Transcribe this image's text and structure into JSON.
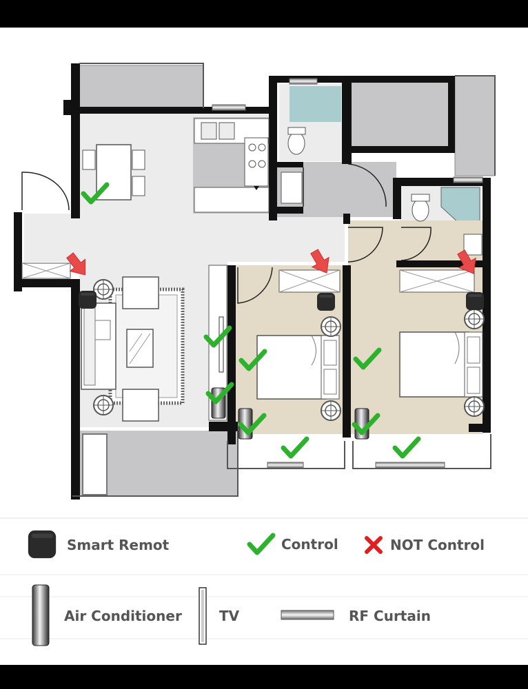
{
  "legend": {
    "smart_remote": "Smart Remot",
    "control": "Control",
    "not_control": "NOT Control",
    "air_conditioner": "Air Conditioner",
    "tv": "TV",
    "rf_curtain": "RF Curtain"
  },
  "colors": {
    "wall": "#111111",
    "floor_light": "#ececec",
    "floor_grey": "#c6c6c9",
    "floor_beige": "#e3dbc8",
    "check": "#2eb22e",
    "cross": "#e02020",
    "arrow": "#e84a4a",
    "water": "#a9cccf",
    "device": "#2a2a2a"
  },
  "icons": [
    "smart-remote-icon",
    "check-icon",
    "cross-icon",
    "air-conditioner-icon",
    "tv-icon",
    "rf-curtain-icon",
    "arrow-down-icon"
  ]
}
